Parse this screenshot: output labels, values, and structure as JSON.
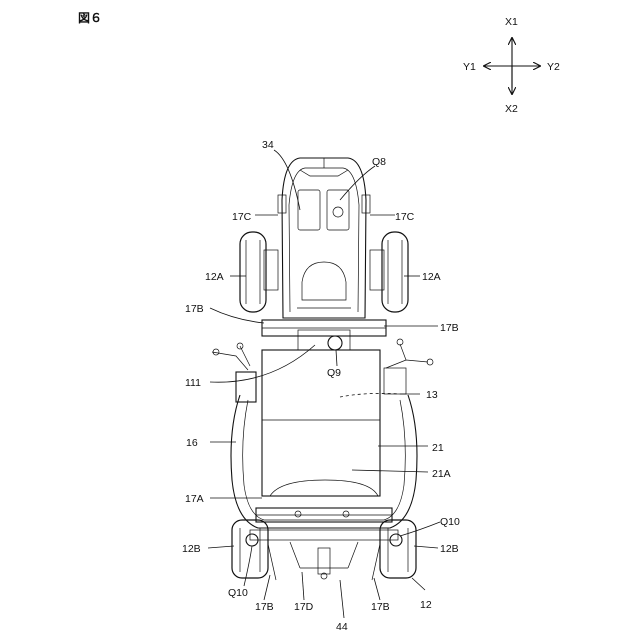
{
  "figure": {
    "title": "図６"
  },
  "axes": {
    "x1": "X1",
    "x2": "X2",
    "y1": "Y1",
    "y2": "Y2"
  },
  "labels": {
    "l34": "34",
    "lQ8": "Q8",
    "l17C_left": "17C",
    "l17C_right": "17C",
    "l12A_left": "12A",
    "l12A_right": "12A",
    "l17B_upper_left": "17B",
    "l17B_upper_right": "17B",
    "l111": "111",
    "lQ9": "Q9",
    "l13": "13",
    "l16": "16",
    "l21": "21",
    "l21A": "21A",
    "l17A": "17A",
    "lQ10_right": "Q10",
    "l12B_left": "12B",
    "l12B_right": "12B",
    "lQ10_left": "Q10",
    "l17B_lower_left": "17B",
    "l17D": "17D",
    "l17B_lower_right": "17B",
    "l12": "12",
    "l44": "44"
  }
}
